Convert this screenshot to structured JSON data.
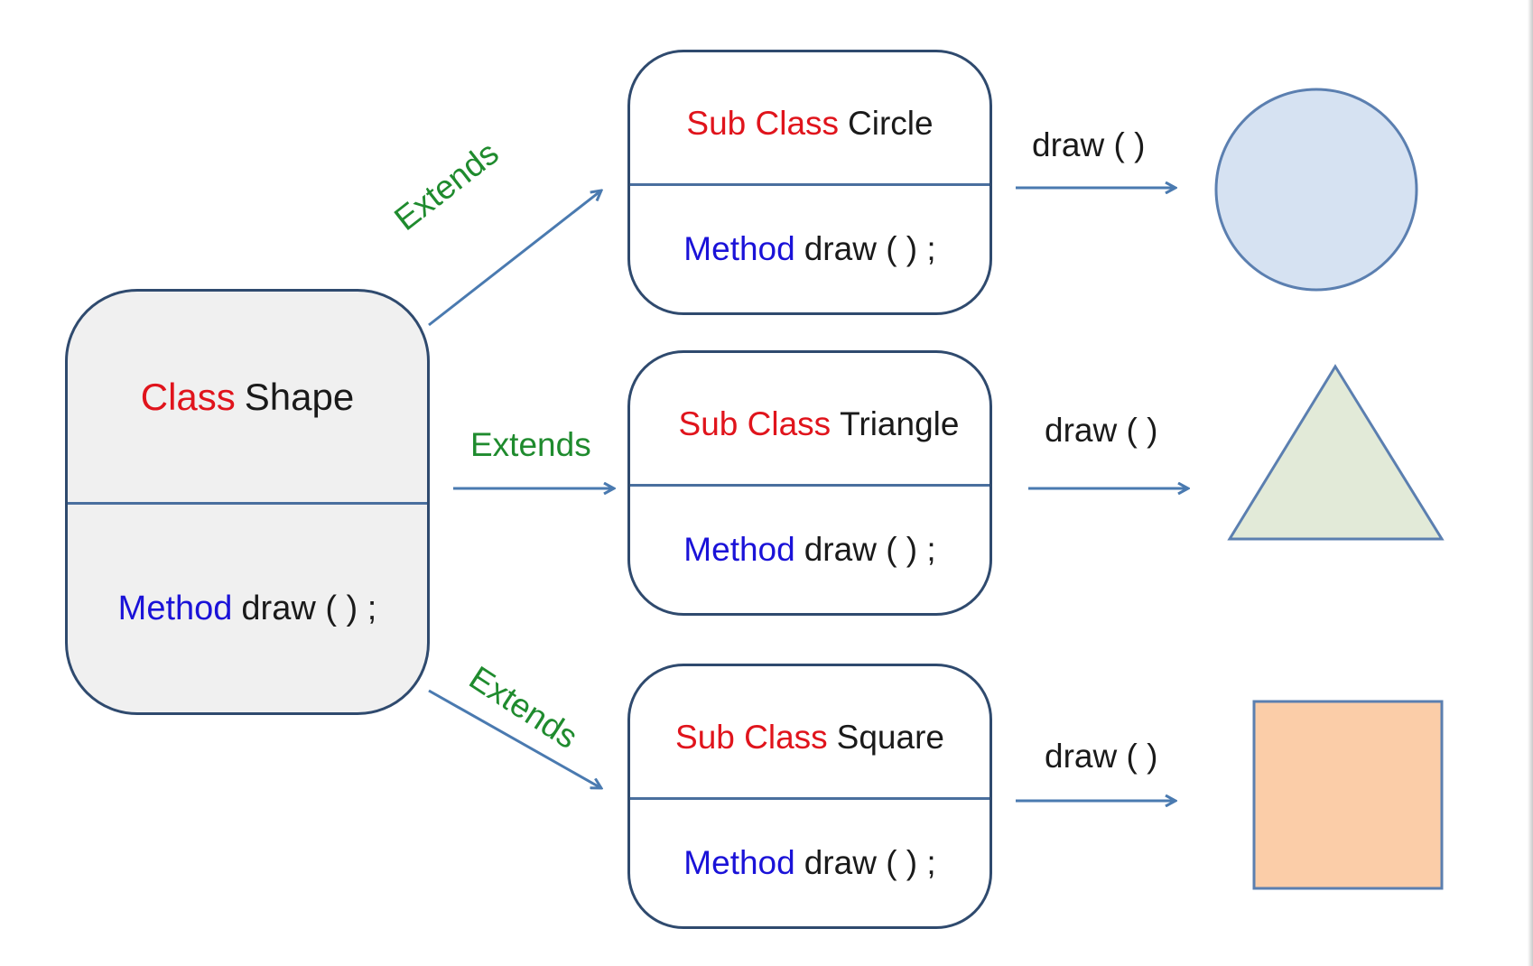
{
  "base_class": {
    "keyword": "Class",
    "name": "Shape",
    "method_keyword": "Method",
    "method_signature": "draw ( ) ;"
  },
  "relation_label": "Extends",
  "subclasses": [
    {
      "keyword": "Sub Class",
      "name": "Circle",
      "method_keyword": "Method",
      "method_signature": "draw ( ) ;",
      "call_label": "draw ( )",
      "result_shape": "circle"
    },
    {
      "keyword": "Sub Class",
      "name": "Triangle",
      "method_keyword": "Method",
      "method_signature": "draw ( ) ;",
      "call_label": "draw ( )",
      "result_shape": "triangle"
    },
    {
      "keyword": "Sub Class",
      "name": "Square",
      "method_keyword": "Method",
      "method_signature": "draw ( ) ;",
      "call_label": "draw ( )",
      "result_shape": "square"
    }
  ],
  "colors": {
    "keyword": "#e0141c",
    "method_keyword": "#1a12d8",
    "extends": "#1f8b2e",
    "arrow": "#4a7ab0",
    "box_border": "#2f4a6e",
    "base_fill": "#f0f0f0",
    "circle_fill": "#d6e2f2",
    "triangle_fill": "#e2ead8",
    "square_fill": "#fbcda8"
  }
}
